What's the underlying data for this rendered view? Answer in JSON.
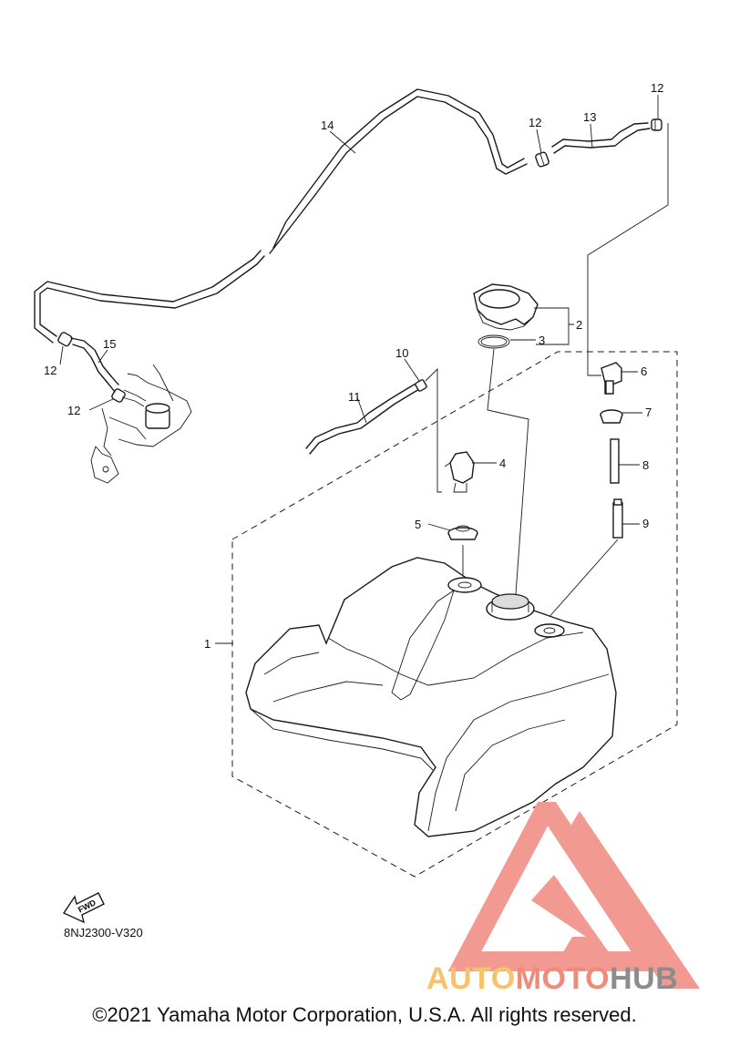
{
  "diagram_code": "8NJ2300-V320",
  "copyright": "©2021 Yamaha Motor Corporation, U.S.A. All rights reserved.",
  "fwd_label": "FWD",
  "watermark": {
    "part1": "AUTO",
    "part2": "MOTO",
    "part3": "HUB",
    "colors": {
      "part1": "#f7c36a",
      "part2": "#f08a7a",
      "part3": "#8c8c8c",
      "logo": "#f29a92"
    }
  },
  "callouts": {
    "c1": "1",
    "c2": "2",
    "c3": "3",
    "c4": "4",
    "c5": "5",
    "c6": "6",
    "c7": "7",
    "c8": "8",
    "c9": "9",
    "c10": "10",
    "c11": "11",
    "c12a": "12",
    "c12b": "12",
    "c12c": "12",
    "c12d": "12",
    "c13": "13",
    "c14": "14",
    "c15": "15"
  }
}
